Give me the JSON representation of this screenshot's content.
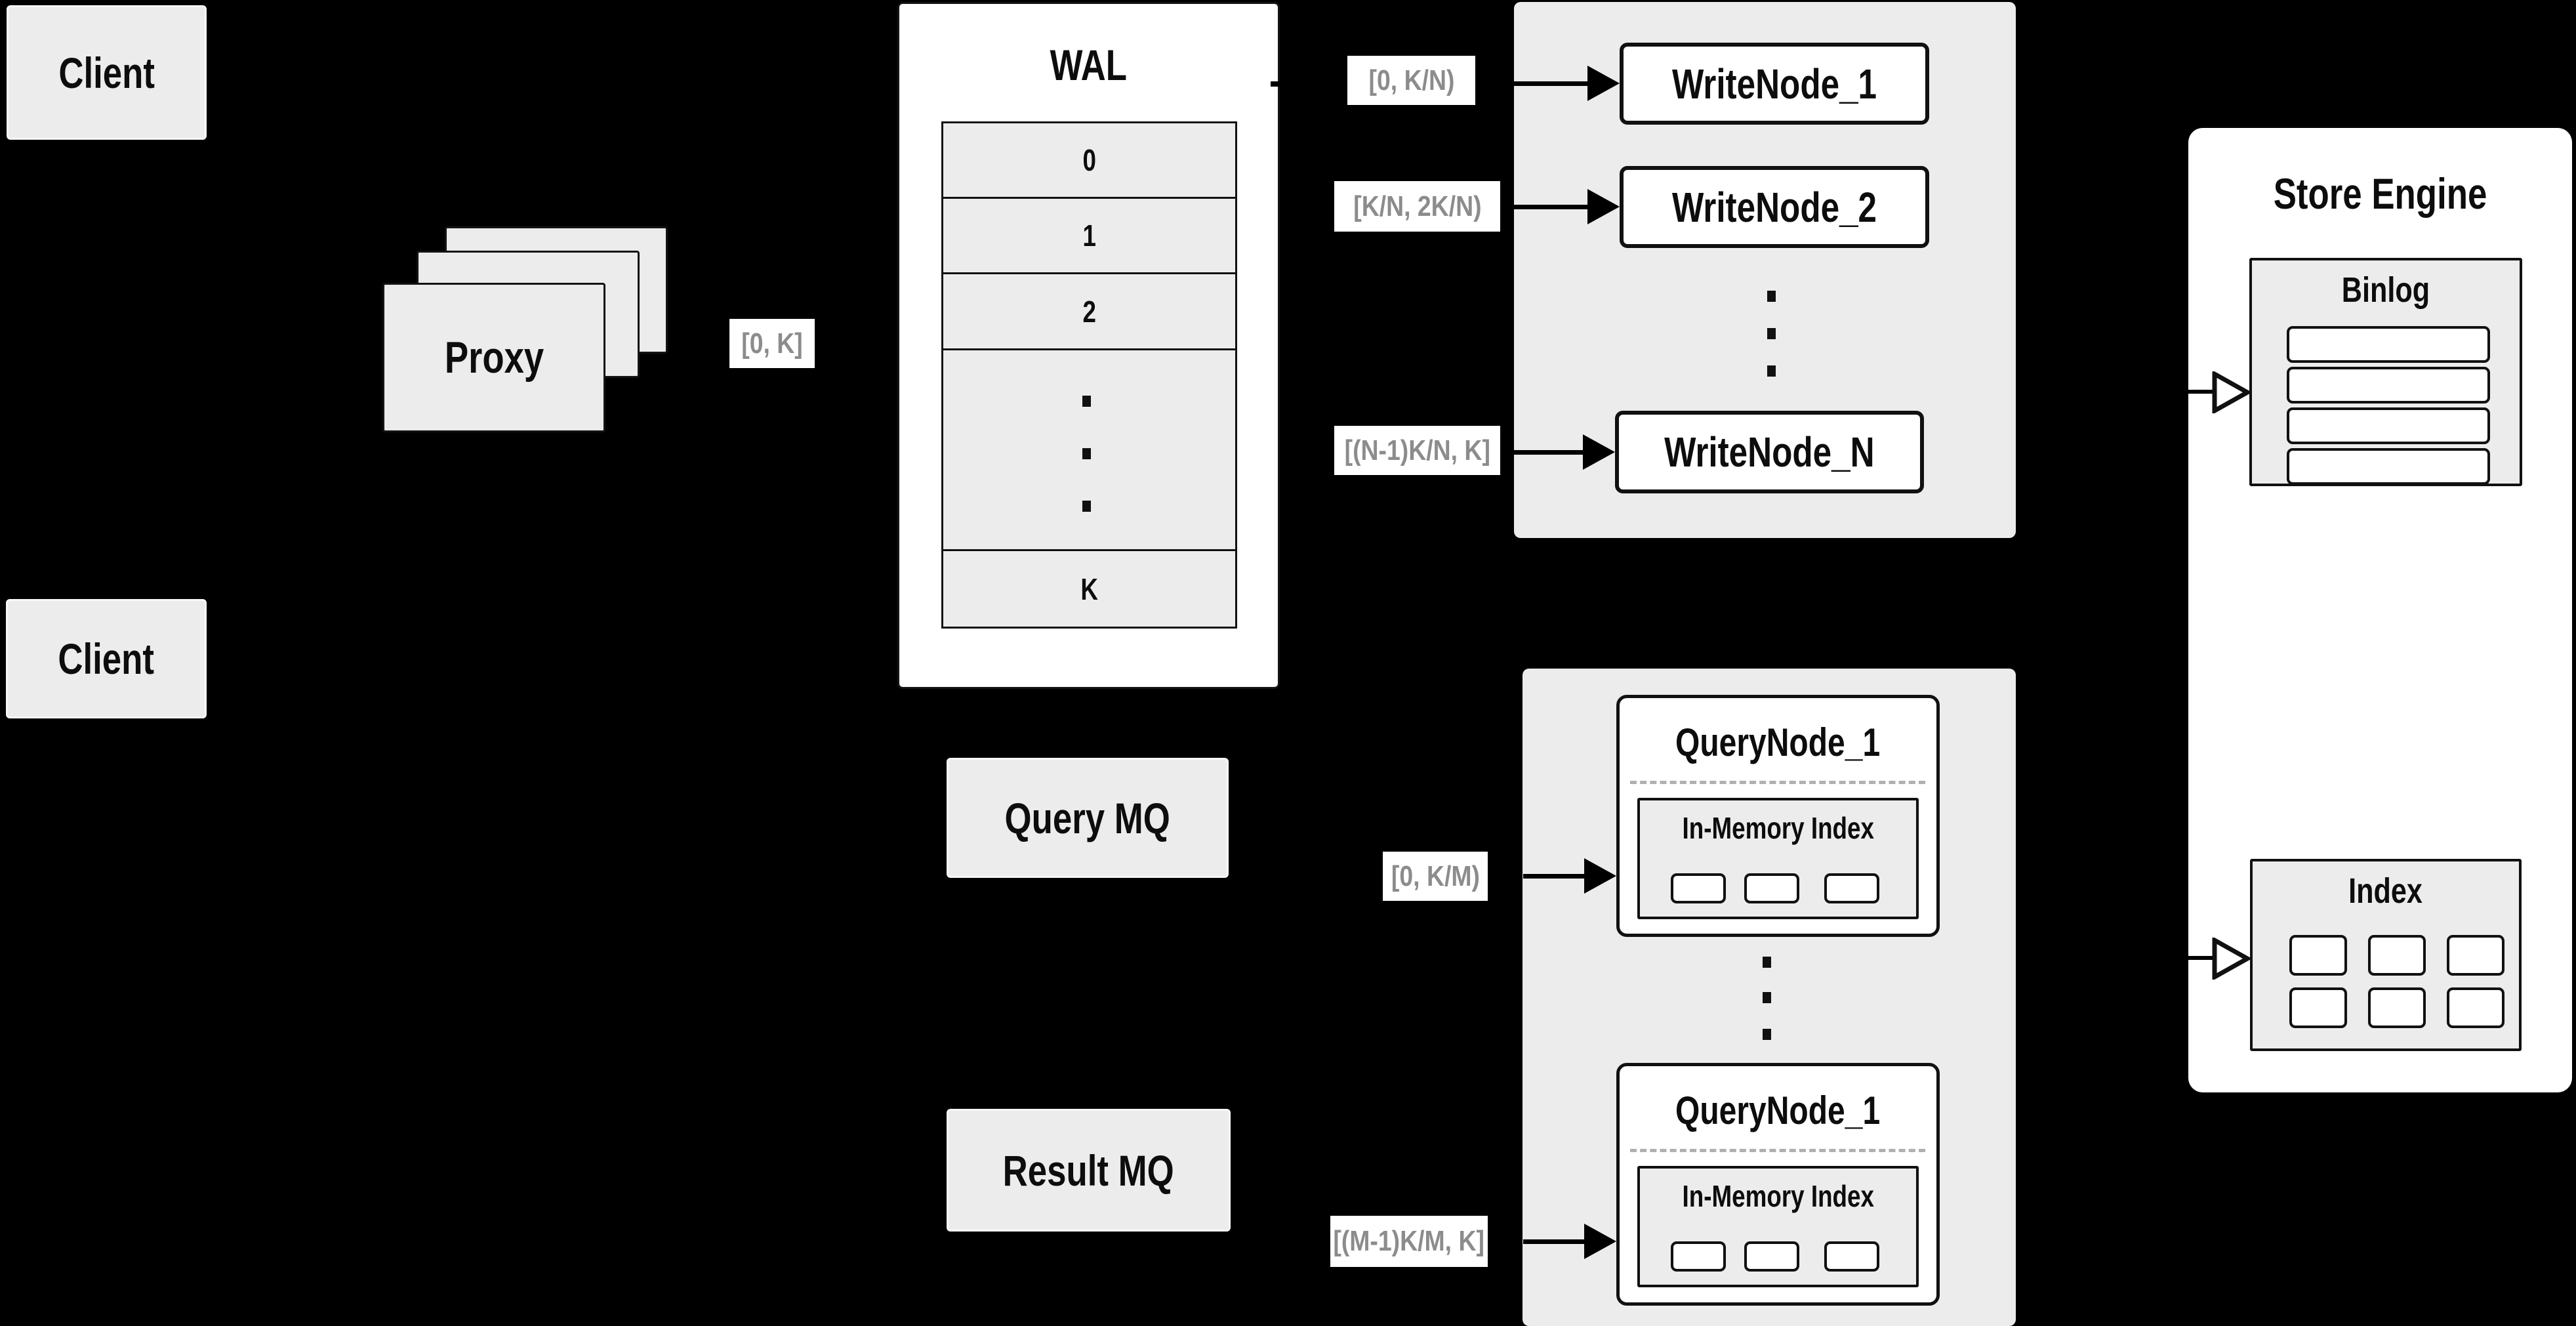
{
  "colors": {
    "background": "#000000",
    "panel_gray": "#ececec",
    "box_white": "#ffffff",
    "border_black": "#111111",
    "range_label_text": "#8c8c8c"
  },
  "clients": {
    "top": "Client",
    "bottom": "Client"
  },
  "proxy": {
    "label": "Proxy",
    "range_label": "[0, K]"
  },
  "wal": {
    "title": "WAL",
    "rows": [
      "0",
      "1",
      "2"
    ],
    "last_row": "K"
  },
  "write_group": {
    "nodes": [
      "WriteNode_1",
      "WriteNode_2",
      "WriteNode_N"
    ],
    "ranges": [
      "[0, K/N)",
      "[K/N, 2K/N)",
      "[(N-1)K/N, K]"
    ]
  },
  "mq": {
    "query": "Query MQ",
    "result": "Result MQ"
  },
  "query_group": {
    "ranges": [
      "[0, K/M)",
      "[(M-1)K/M, K]"
    ],
    "nodes": [
      {
        "title": "QueryNode_1",
        "inner_title": "In-Memory Index"
      },
      {
        "title": "QueryNode_1",
        "inner_title": "In-Memory Index"
      }
    ]
  },
  "store_engine": {
    "title": "Store Engine",
    "binlog_title": "Binlog",
    "index_title": "Index"
  }
}
